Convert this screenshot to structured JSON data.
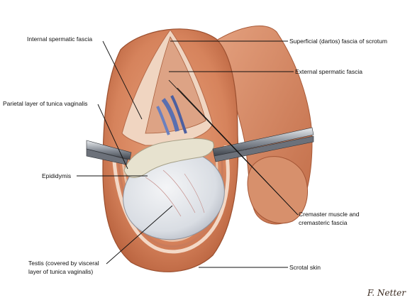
{
  "labels": {
    "internal_spermatic_fascia": "Internal spermatic fascia",
    "superficial_dartos_fascia": "Superficial (dartos) fascia of scrotum",
    "external_spermatic_fascia": "External spermatic fascia",
    "parietal_layer_tunica_vaginalis": "Parietal layer of tunica vaginalis",
    "epididymis": "Epididymis",
    "cremaster_line1": "Cremaster muscle and",
    "cremaster_line2": "cremasteric fascia",
    "testis_line1": "Testis (covered by visceral",
    "testis_line2": "layer of tunica vaginalis)",
    "scrotal_skin": "Scrotal skin"
  },
  "signature": "F. Netter",
  "colors": {
    "skin": "#d9875f",
    "skin_dark": "#b5603f",
    "tissue_light": "#f1d7c4",
    "testis": "#dfe2e6",
    "vein": "#5a6fb0",
    "epididymis": "#e7e2cf",
    "leader_line": "#111111"
  }
}
